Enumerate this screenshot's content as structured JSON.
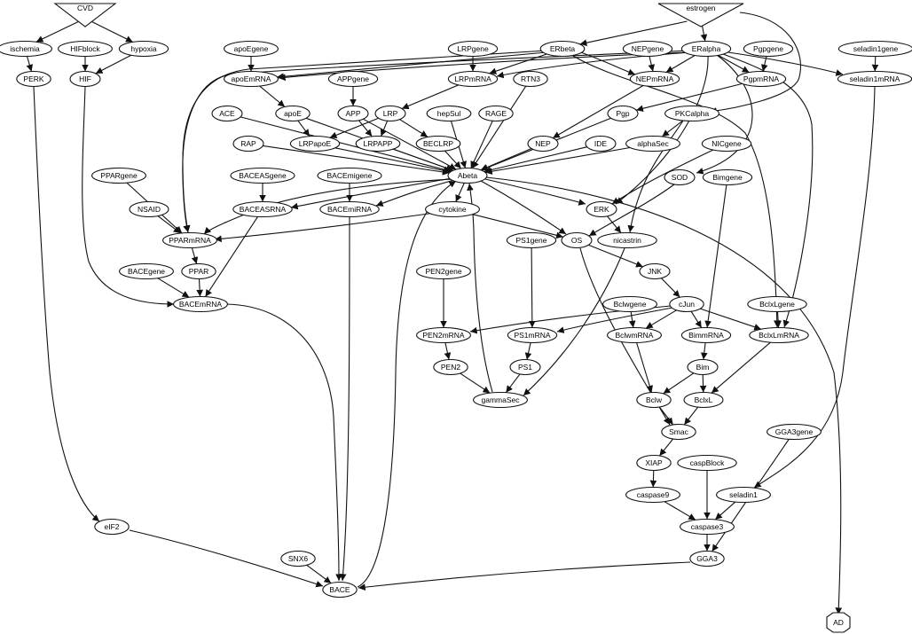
{
  "diagram": {
    "nodes": [
      {
        "id": "CVD",
        "label": "CVD",
        "shape": "invtriangle"
      },
      {
        "id": "ischemia",
        "label": "ischemia"
      },
      {
        "id": "HIFblock",
        "label": "HIFblock"
      },
      {
        "id": "hypoxia",
        "label": "hypoxia"
      },
      {
        "id": "PERK",
        "label": "PERK"
      },
      {
        "id": "HIF",
        "label": "HIF"
      },
      {
        "id": "apoEgene",
        "label": "apoEgene"
      },
      {
        "id": "apoEmRNA",
        "label": "apoEmRNA"
      },
      {
        "id": "APPgene",
        "label": "APPgene"
      },
      {
        "id": "apoE",
        "label": "apoE"
      },
      {
        "id": "APP",
        "label": "APP"
      },
      {
        "id": "ACE",
        "label": "ACE"
      },
      {
        "id": "RAP",
        "label": "RAP"
      },
      {
        "id": "LRPapoE",
        "label": "LRPapoE"
      },
      {
        "id": "LRPAPP",
        "label": "LRPAPP"
      },
      {
        "id": "BECLRP",
        "label": "BECLRP"
      },
      {
        "id": "LRPgene",
        "label": "LRPgene"
      },
      {
        "id": "LRPmRNA",
        "label": "LRPmRNA"
      },
      {
        "id": "LRP",
        "label": "LRP"
      },
      {
        "id": "RTN3",
        "label": "RTN3"
      },
      {
        "id": "hepSul",
        "label": "hepSul"
      },
      {
        "id": "RAGE",
        "label": "RAGE"
      },
      {
        "id": "ERbeta",
        "label": "ERbeta"
      },
      {
        "id": "NEPgene",
        "label": "NEPgene"
      },
      {
        "id": "NEPmRNA",
        "label": "NEPmRNA"
      },
      {
        "id": "estrogen",
        "label": "estrogen",
        "shape": "invtriangle"
      },
      {
        "id": "ERalpha",
        "label": "ERalpha"
      },
      {
        "id": "Pgpgene",
        "label": "Pgpgene"
      },
      {
        "id": "PgpmRNA",
        "label": "PgpmRNA"
      },
      {
        "id": "seladin1gene",
        "label": "seladin1gene"
      },
      {
        "id": "seladin1mRNA",
        "label": "seladin1mRNA"
      },
      {
        "id": "Pgp",
        "label": "Pgp"
      },
      {
        "id": "PKCalpha",
        "label": "PKCalpha"
      },
      {
        "id": "NEP",
        "label": "NEP"
      },
      {
        "id": "IDE",
        "label": "IDE"
      },
      {
        "id": "alphaSec",
        "label": "alphaSec"
      },
      {
        "id": "NICgene",
        "label": "NICgene"
      },
      {
        "id": "Abeta",
        "label": "Abeta"
      },
      {
        "id": "PPARgene",
        "label": "PPARgene"
      },
      {
        "id": "NSAID",
        "label": "NSAID"
      },
      {
        "id": "PPARmRNA",
        "label": "PPARmRNA"
      },
      {
        "id": "PPAR",
        "label": "PPAR"
      },
      {
        "id": "BACEgene",
        "label": "BACEgene"
      },
      {
        "id": "BACEmRNA",
        "label": "BACEmRNA"
      },
      {
        "id": "BACEASgene",
        "label": "BACEASgene"
      },
      {
        "id": "BACEASRNA",
        "label": "BACEASRNA"
      },
      {
        "id": "BACEmigene",
        "label": "BACEmigene"
      },
      {
        "id": "BACEmiRNA",
        "label": "BACEmiRNA"
      },
      {
        "id": "cytokine",
        "label": "cytokine"
      },
      {
        "id": "ERK",
        "label": "ERK"
      },
      {
        "id": "SOD",
        "label": "SOD"
      },
      {
        "id": "Bimgene",
        "label": "Bimgene"
      },
      {
        "id": "OS",
        "label": "OS"
      },
      {
        "id": "nicastrin",
        "label": "nicastrin"
      },
      {
        "id": "PS1gene",
        "label": "PS1gene"
      },
      {
        "id": "JNK",
        "label": "JNK"
      },
      {
        "id": "PEN2gene",
        "label": "PEN2gene"
      },
      {
        "id": "cJun",
        "label": "cJun"
      },
      {
        "id": "Bclwgene",
        "label": "Bclwgene"
      },
      {
        "id": "BclxLgene",
        "label": "BclxLgene"
      },
      {
        "id": "PEN2mRNA",
        "label": "PEN2mRNA"
      },
      {
        "id": "PS1mRNA",
        "label": "PS1mRNA"
      },
      {
        "id": "BclwmRNA",
        "label": "BclwmRNA"
      },
      {
        "id": "BimmRNA",
        "label": "BimmRNA"
      },
      {
        "id": "BclxLmRNA",
        "label": "BclxLmRNA"
      },
      {
        "id": "PEN2",
        "label": "PEN2"
      },
      {
        "id": "PS1",
        "label": "PS1"
      },
      {
        "id": "Bim",
        "label": "Bim"
      },
      {
        "id": "gammaSec",
        "label": "gammaSec"
      },
      {
        "id": "Bclw",
        "label": "Bclw"
      },
      {
        "id": "BclxL",
        "label": "BclxL"
      },
      {
        "id": "Smac",
        "label": "Smac"
      },
      {
        "id": "GGA3gene",
        "label": "GGA3gene"
      },
      {
        "id": "XIAP",
        "label": "XIAP"
      },
      {
        "id": "caspBlock",
        "label": "caspBlock"
      },
      {
        "id": "caspase9",
        "label": "caspase9"
      },
      {
        "id": "seladin1",
        "label": "seladin1"
      },
      {
        "id": "caspase3",
        "label": "caspase3"
      },
      {
        "id": "eIF2",
        "label": "eIF2"
      },
      {
        "id": "GGA3",
        "label": "GGA3"
      },
      {
        "id": "SNX6",
        "label": "SNX6"
      },
      {
        "id": "BACE",
        "label": "BACE"
      },
      {
        "id": "AD",
        "label": "AD",
        "shape": "octagon"
      }
    ],
    "edges": [
      [
        "CVD",
        "ischemia"
      ],
      [
        "CVD",
        "hypoxia"
      ],
      [
        "ischemia",
        "PERK"
      ],
      [
        "HIFblock",
        "HIF"
      ],
      [
        "hypoxia",
        "HIF"
      ],
      [
        "PERK",
        "eIF2"
      ],
      [
        "eIF2",
        "BACE"
      ],
      [
        "HIF",
        "BACEmRNA"
      ],
      [
        "apoEgene",
        "apoEmRNA"
      ],
      [
        "apoEmRNA",
        "apoE"
      ],
      [
        "apoE",
        "LRPapoE"
      ],
      [
        "apoE",
        "Abeta"
      ],
      [
        "APPgene",
        "APP"
      ],
      [
        "APP",
        "LRPAPP"
      ],
      [
        "APP",
        "Abeta"
      ],
      [
        "LRPgene",
        "LRPmRNA"
      ],
      [
        "LRPmRNA",
        "LRP"
      ],
      [
        "LRP",
        "LRPapoE"
      ],
      [
        "LRP",
        "LRPAPP"
      ],
      [
        "LRP",
        "BECLRP"
      ],
      [
        "ACE",
        "Abeta"
      ],
      [
        "RAP",
        "Abeta"
      ],
      [
        "LRPapoE",
        "Abeta"
      ],
      [
        "LRPAPP",
        "Abeta"
      ],
      [
        "BECLRP",
        "Abeta"
      ],
      [
        "RTN3",
        "Abeta"
      ],
      [
        "hepSul",
        "Abeta"
      ],
      [
        "RAGE",
        "Abeta"
      ],
      [
        "estrogen",
        "ERbeta"
      ],
      [
        "estrogen",
        "ERalpha"
      ],
      [
        "estrogen",
        "PKCalpha"
      ],
      [
        "ERbeta",
        "apoEmRNA"
      ],
      [
        "ERbeta",
        "PPARmRNA"
      ],
      [
        "ERbeta",
        "LRPmRNA"
      ],
      [
        "ERbeta",
        "NEPmRNA"
      ],
      [
        "ERbeta",
        "BclxLmRNA"
      ],
      [
        "ERalpha",
        "apoEmRNA"
      ],
      [
        "ERalpha",
        "PPARmRNA"
      ],
      [
        "ERalpha",
        "LRPmRNA"
      ],
      [
        "ERalpha",
        "NEPmRNA"
      ],
      [
        "ERalpha",
        "PgpmRNA"
      ],
      [
        "ERalpha",
        "seladin1mRNA"
      ],
      [
        "ERalpha",
        "BclxLmRNA"
      ],
      [
        "ERalpha",
        "SOD"
      ],
      [
        "ERalpha",
        "ERK"
      ],
      [
        "NEPgene",
        "NEPmRNA"
      ],
      [
        "NEPmRNA",
        "NEP"
      ],
      [
        "Pgpgene",
        "PgpmRNA"
      ],
      [
        "PgpmRNA",
        "Pgp"
      ],
      [
        "seladin1gene",
        "seladin1mRNA"
      ],
      [
        "seladin1mRNA",
        "seladin1"
      ],
      [
        "Pgp",
        "Abeta"
      ],
      [
        "PKCalpha",
        "alphaSec"
      ],
      [
        "PKCalpha",
        "nicastrin"
      ],
      [
        "NEP",
        "Abeta"
      ],
      [
        "IDE",
        "Abeta"
      ],
      [
        "alphaSec",
        "Abeta"
      ],
      [
        "NICgene",
        "ERK"
      ],
      [
        "Abeta",
        "cytokine"
      ],
      [
        "Abeta",
        "ERK"
      ],
      [
        "Abeta",
        "OS"
      ],
      [
        "Abeta",
        "BACEASRNA"
      ],
      [
        "Abeta",
        "BACEmiRNA"
      ],
      [
        "Abeta",
        "PPARmRNA"
      ],
      [
        "Abeta",
        "AD"
      ],
      [
        "PPARgene",
        "PPARmRNA"
      ],
      [
        "NSAID",
        "PPARmRNA"
      ],
      [
        "PPARmRNA",
        "PPAR"
      ],
      [
        "PPAR",
        "BACEmRNA"
      ],
      [
        "BACEgene",
        "BACEmRNA"
      ],
      [
        "BACEASgene",
        "BACEASRNA"
      ],
      [
        "BACEASRNA",
        "BACEmRNA"
      ],
      [
        "BACEmigene",
        "BACEmiRNA"
      ],
      [
        "BACEmiRNA",
        "BACE"
      ],
      [
        "BACEmRNA",
        "BACE"
      ],
      [
        "cytokine",
        "OS"
      ],
      [
        "cytokine",
        "PPARmRNA"
      ],
      [
        "SOD",
        "OS"
      ],
      [
        "ERK",
        "nicastrin"
      ],
      [
        "OS",
        "JNK"
      ],
      [
        "OS",
        "Smac"
      ],
      [
        "nicastrin",
        "gammaSec"
      ],
      [
        "PS1gene",
        "PS1mRNA"
      ],
      [
        "PS1mRNA",
        "PS1"
      ],
      [
        "PS1",
        "gammaSec"
      ],
      [
        "PEN2gene",
        "PEN2mRNA"
      ],
      [
        "PEN2mRNA",
        "PEN2"
      ],
      [
        "PEN2",
        "gammaSec"
      ],
      [
        "gammaSec",
        "Abeta"
      ],
      [
        "JNK",
        "cJun"
      ],
      [
        "cJun",
        "PEN2mRNA"
      ],
      [
        "cJun",
        "PS1mRNA"
      ],
      [
        "cJun",
        "BclwmRNA"
      ],
      [
        "cJun",
        "BimmRNA"
      ],
      [
        "cJun",
        "BclxLmRNA"
      ],
      [
        "Bclwgene",
        "BclwmRNA"
      ],
      [
        "BclxLgene",
        "BclxLmRNA"
      ],
      [
        "Bimgene",
        "BimmRNA"
      ],
      [
        "BclwmRNA",
        "Bclw"
      ],
      [
        "BimmRNA",
        "Bim"
      ],
      [
        "BclxLmRNA",
        "BclxL"
      ],
      [
        "Bim",
        "Bclw"
      ],
      [
        "Bim",
        "BclxL"
      ],
      [
        "Bclw",
        "Smac"
      ],
      [
        "BclxL",
        "Smac"
      ],
      [
        "Smac",
        "XIAP"
      ],
      [
        "XIAP",
        "caspase9"
      ],
      [
        "caspase9",
        "caspase3"
      ],
      [
        "caspBlock",
        "caspase3"
      ],
      [
        "seladin1",
        "caspase3"
      ],
      [
        "caspase3",
        "GGA3"
      ],
      [
        "GGA3gene",
        "GGA3"
      ],
      [
        "GGA3",
        "BACE"
      ],
      [
        "SNX6",
        "BACE"
      ],
      [
        "BACE",
        "Abeta"
      ]
    ]
  }
}
